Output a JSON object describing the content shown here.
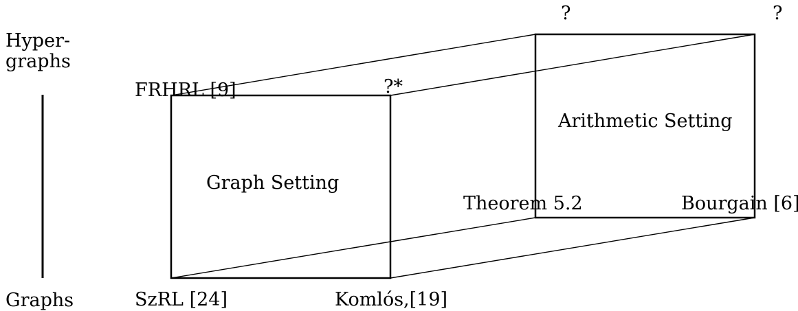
{
  "axis": {
    "top_label_line1": "Hyper-",
    "top_label_line2": "graphs",
    "bottom_label": "Graphs"
  },
  "graph_box": {
    "title": "Graph Setting",
    "corners": {
      "top_left": "FRHRL [9]",
      "top_right": "?*",
      "bottom_left": "SzRL [24]",
      "bottom_right": "Komlós,[19]"
    }
  },
  "arith_box": {
    "title": "Arithmetic Setting",
    "corners": {
      "top_left": "?",
      "top_right": "?",
      "bottom_left": "Theorem 5.2",
      "bottom_right": "Bourgain [6]"
    }
  },
  "colors": {
    "ink": "#000000",
    "background": "#ffffff"
  }
}
